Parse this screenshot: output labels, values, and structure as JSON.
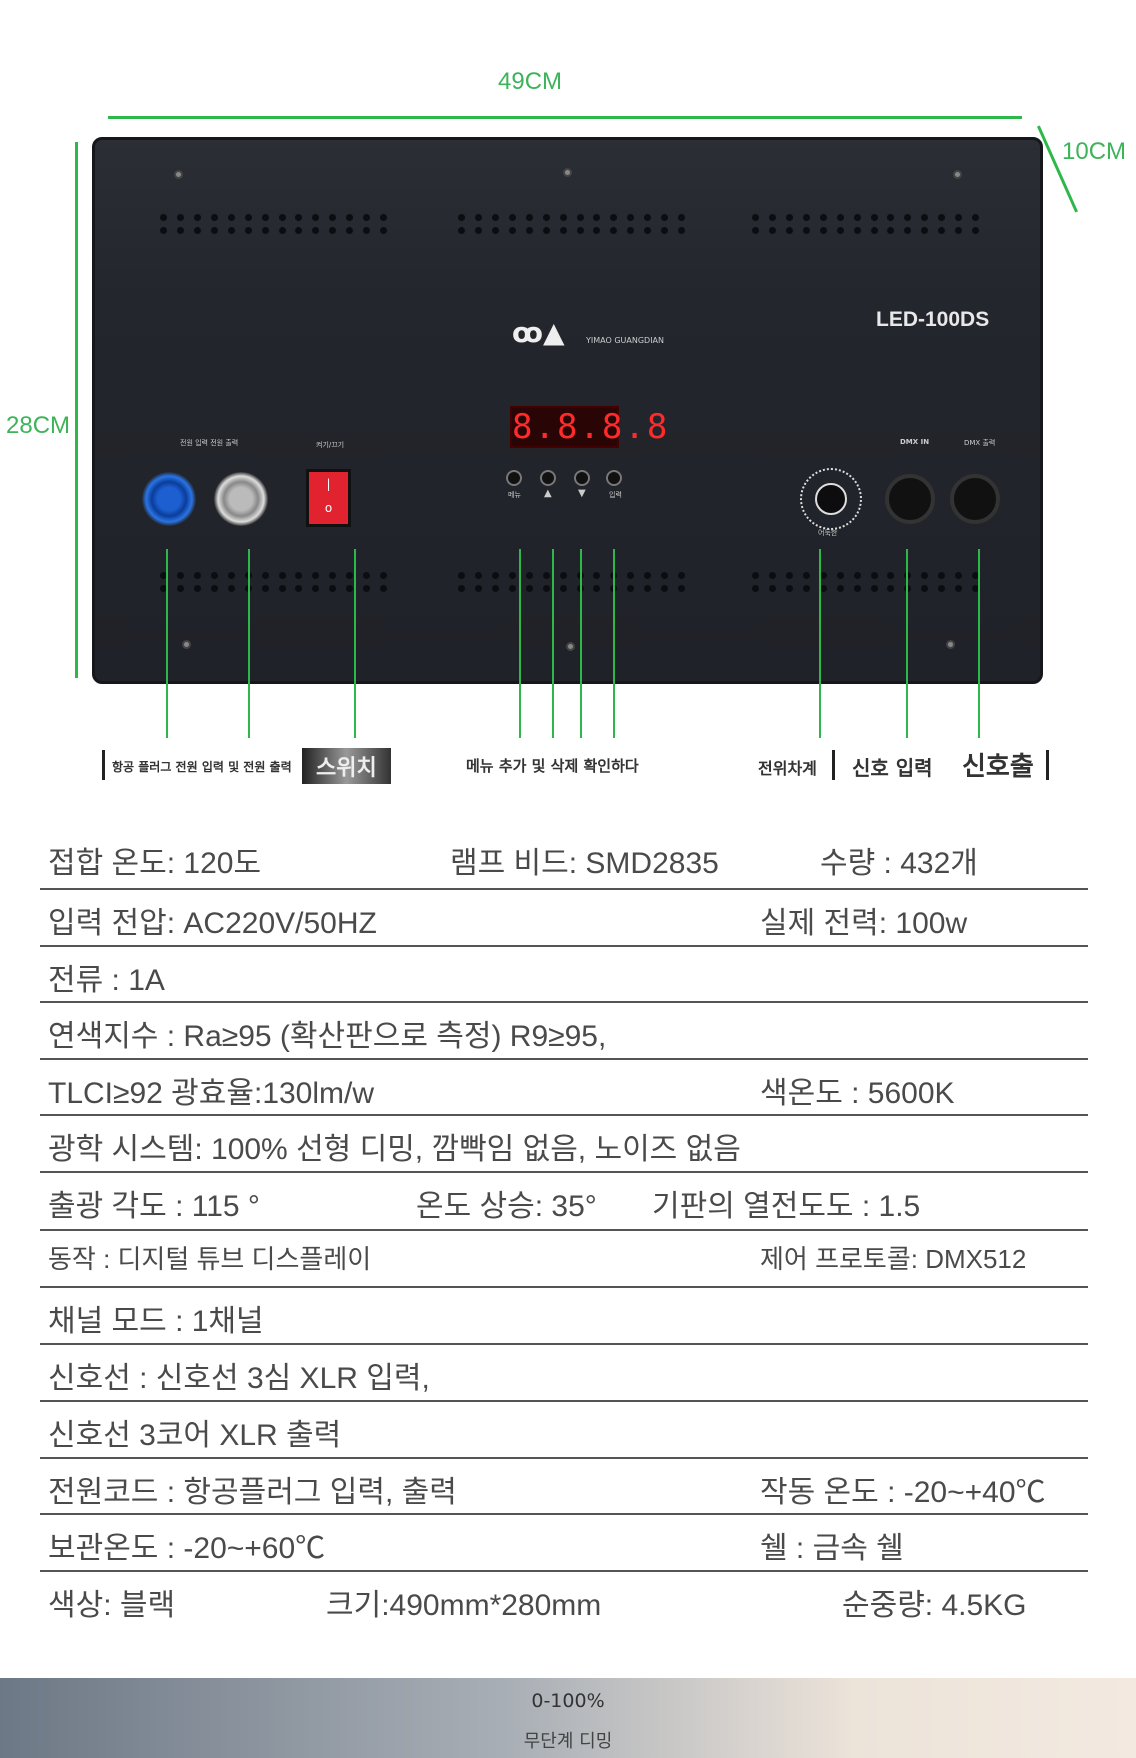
{
  "dimensions": {
    "width": "49CM",
    "height": "28CM",
    "depth": "10CM"
  },
  "device": {
    "model": "LED-100DS",
    "brand": "YIMAO GUANGDIAN",
    "display": "8.8.8.8",
    "power_label": "전원 입력 전원 출력",
    "switch_label": "켜기/끄기",
    "buttons": [
      "메뉴",
      "▲",
      "▼",
      "입력"
    ],
    "knob_label": "어둑한",
    "dmx_in": "DMX IN",
    "dmx_out": "DMX 출력"
  },
  "callouts": {
    "power": "항공 플러그 전원 입력 및 전원 출력",
    "switch": "스위치",
    "menu": "메뉴 추가 및 삭제 확인하다",
    "dimmer": "전위차계",
    "signal_in": "신호 입력",
    "signal_out": "신호출"
  },
  "specs": [
    [
      "접합 온도: 120도",
      "램프 비드: SMD2835",
      "수량 : 432개"
    ],
    [
      "입력 전압: AC220V/50HZ",
      "",
      "실제 전력: 100w"
    ],
    [
      "전류 : 1A"
    ],
    [
      "연색지수 : Ra≥95 (확산판으로 측정) R9≥95,"
    ],
    [
      "TLCI≥92 광효율:130lm/w",
      "",
      "색온도 : 5600K"
    ],
    [
      "광학 시스템: 100% 선형 디밍, 깜빡임 없음, 노이즈 없음"
    ],
    [
      "출광 각도 : 115 °",
      "온도 상승: 35°",
      "기판의 열전도도 : 1.5"
    ],
    [
      "동작 : 디지털 튜브 디스플레이",
      "",
      "제어 프로토콜: DMX512"
    ],
    [
      "채널 모드 : 1채널"
    ],
    [
      "신호선 : 신호선 3심 XLR 입력,"
    ],
    [
      "신호선 3코어 XLR 출력"
    ],
    [
      "전원코드 : 항공플러그 입력, 출력",
      "",
      "작동 온도 : -20~+40℃"
    ],
    [
      "보관온도 : -20~+60℃",
      "",
      "쉘 : 금속 쉘"
    ],
    [
      "색상: 블랙",
      "크기:490mm*280mm",
      "순중량: 4.5KG"
    ]
  ],
  "banner": {
    "range": "0-100%",
    "caption": "무단계 디밍"
  }
}
